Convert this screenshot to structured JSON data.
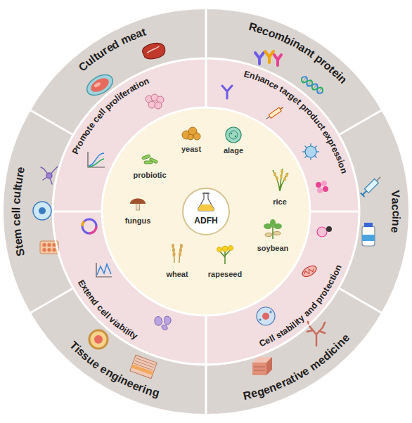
{
  "diagram": {
    "nodes": [
      {
        "text": [
          "Cultured meat"
        ]
      },
      {
        "text": [
          "Recombinant protein"
        ]
      },
      {
        "text": [
          "Vaccine"
        ]
      },
      {
        "text": [
          "Regenerative medicine"
        ]
      },
      {
        "text": [
          "Tissue engineering"
        ]
      },
      {
        "text": [
          "Stem cell culture"
        ]
      },
      {
        "text": [
          "Promote cell proliferation"
        ]
      },
      {
        "text": [
          "Enhance target product expression"
        ]
      },
      {
        "text": [
          "Cell stability and protection"
        ]
      },
      {
        "text": [
          "Extend cell viability"
        ]
      },
      {
        "text": [
          "ADFH"
        ]
      }
    ],
    "labels": [
      "yeast",
      "alage",
      "rice",
      "soybean",
      "rapeseed",
      "wheat",
      "fungus",
      "probiotic"
    ]
  }
}
